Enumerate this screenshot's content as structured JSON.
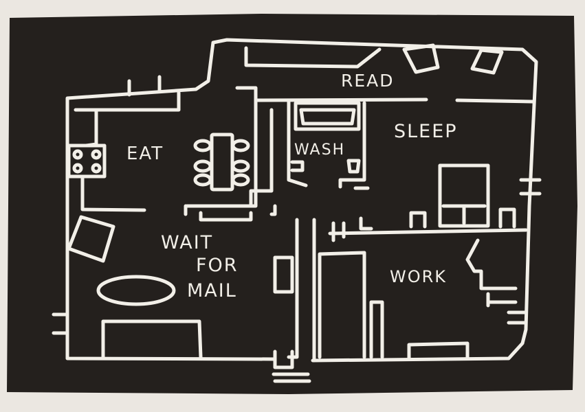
{
  "palette": {
    "paper": "#ebe7e1",
    "ink": "#24201d",
    "line": "#f2efe8"
  },
  "rooms": {
    "read": "READ",
    "eat": "EAT",
    "wash": "WASH",
    "sleep": "SLEEP",
    "wait_line1": "WAIT",
    "wait_line2": "FOR",
    "wait_line3": "MAIL",
    "work": "WORK"
  }
}
